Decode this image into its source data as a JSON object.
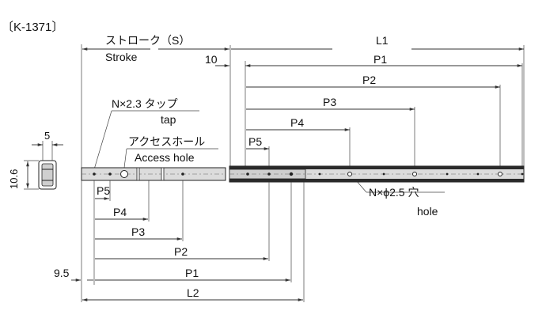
{
  "model": "〔K-1371〕",
  "stroke_label_jp": "ストローク（S）",
  "stroke_label_en": "Stroke",
  "tap_label_jp": "N×2.3 タップ",
  "tap_label_en": "tap",
  "access_label_jp": "アクセスホール",
  "access_label_en": "Access hole",
  "hole_label_jp": "N×ϕ2.5 穴",
  "hole_label_en": "hole",
  "dim_width": "5",
  "dim_height": "10.6",
  "dim_offset_top": "10",
  "dim_offset_bottom": "9.5",
  "L1": "L1",
  "L2": "L2",
  "top_pitches": [
    "P1",
    "P2",
    "P3",
    "P4",
    "P5"
  ],
  "bottom_pitches": [
    "P5",
    "P4",
    "P3",
    "P2",
    "P1"
  ]
}
